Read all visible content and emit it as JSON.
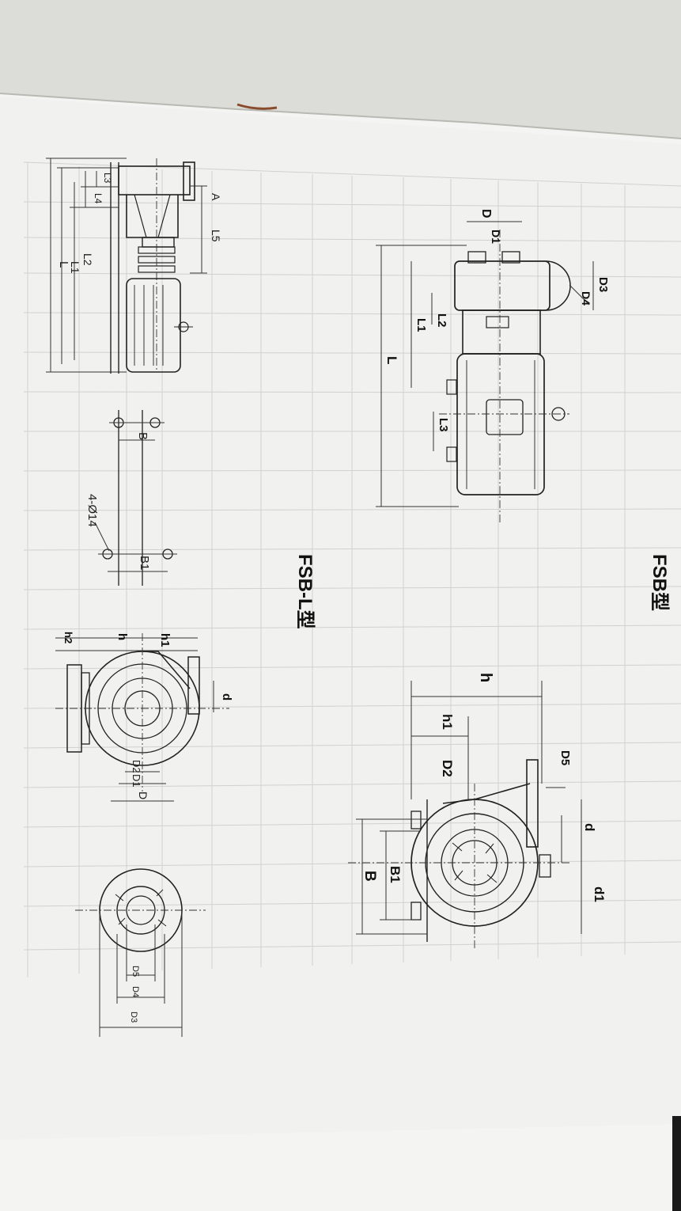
{
  "titles": {
    "fsb": "FSB型",
    "fsbl": "FSB-L型"
  },
  "fsb_side_labels": {
    "D": "D",
    "D1": "D1",
    "D3": "D3",
    "D4": "D4",
    "L": "L",
    "L1": "L1",
    "L2": "L2",
    "L3": "L3"
  },
  "fsb_end_labels": {
    "h": "h",
    "h1": "h1",
    "D2": "D2",
    "D5": "D5",
    "d": "d",
    "d1": "d1",
    "B": "B",
    "B1": "B1"
  },
  "fsbl_side_labels": {
    "L": "L",
    "L1": "L1",
    "L2": "L2",
    "L3": "L3",
    "L4": "L4",
    "L5": "L5",
    "A": "A"
  },
  "fsbl_base_labels": {
    "B": "B",
    "B1": "B1",
    "holes": "4-Ø14"
  },
  "fsbl_end_labels": {
    "h": "h",
    "h1": "h1",
    "h2": "h2",
    "d": "d",
    "D": "D",
    "D1": "D1",
    "D2": "D2"
  },
  "flange_labels": {
    "D3": "D3",
    "D4": "D4",
    "D5": "D5"
  }
}
